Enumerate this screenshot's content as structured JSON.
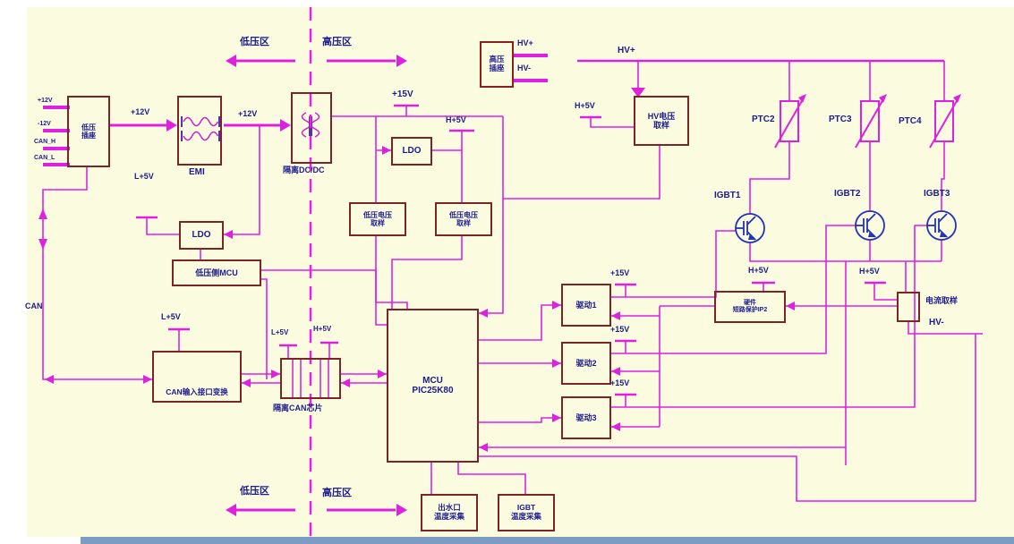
{
  "colors": {
    "background": "#fbfbdf",
    "wire_magenta": "#e020e0",
    "block_border_maroon": "#7a2626",
    "label_navy": "#1b1b8f",
    "semiconductor_blue": "#2233bb",
    "bottom_bar_blue": "#7d9cc4"
  },
  "zones": {
    "low_voltage": "低压区",
    "high_voltage": "高压区"
  },
  "connector_pins": [
    "+12V",
    "-12V",
    "CAN_H",
    "CAN_L"
  ],
  "blocks": {
    "lv_connector": {
      "line1": "低压",
      "line2": "插座"
    },
    "emi": {
      "label": "EMI"
    },
    "dcdc": {
      "label": "隔离DC/DC"
    },
    "ldo_left": {
      "label": "LDO"
    },
    "ldo_right": {
      "label": "LDO"
    },
    "lv_mcu": {
      "label": "低压侧MCU"
    },
    "lv_sample_1": {
      "line1": "低压电压",
      "line2": "取样"
    },
    "lv_sample_2": {
      "line1": "低压电压",
      "line2": "取样"
    },
    "can_interface": {
      "label": "CAN输入接口变换"
    },
    "can_isolator": {
      "label": "隔离CAN芯片"
    },
    "mcu": {
      "line1": "MCU",
      "line2": "PIC25K80"
    },
    "driver1": {
      "label": "驱动1"
    },
    "driver2": {
      "label": "驱动2"
    },
    "driver3": {
      "label": "驱动3"
    },
    "hw_protection": {
      "line1": "硬件",
      "line2": "短路保护IP2"
    },
    "hv_sample": {
      "line1": "HV电压",
      "line2": "取样"
    },
    "hv_connector": {
      "line1": "高压",
      "line2": "插座"
    },
    "current_sample": {
      "label": "电流取样"
    },
    "outlet_temp": {
      "line1": "出水口",
      "line2": "温度采集"
    },
    "igbt_temp": {
      "line1": "IGBT",
      "line2": "温度采集"
    }
  },
  "components": {
    "igbt1": "IGBT1",
    "igbt2": "IGBT2",
    "igbt3": "IGBT3",
    "ptc2": "PTC2",
    "ptc3": "PTC3",
    "ptc4": "PTC4"
  },
  "net_labels": {
    "can_bus": "CAN",
    "plus12_input": "+12V",
    "plus12_filtered": "+12V",
    "l5_main": "L+5V",
    "l5_can_interface": "L+5V",
    "l5_isolator": "L+5V",
    "h5_isolator": "H+5V",
    "plus15_main": "+15V",
    "h5_ldo": "H+5V",
    "h5_hv_sample": "H+5V",
    "h5_protection": "H+5V",
    "h5_current_sample": "H+5V",
    "plus15_driver1": "+15V",
    "plus15_driver2": "+15V",
    "plus15_driver3": "+15V",
    "hv_plus_connector": "HV+",
    "hv_minus_connector": "HV-",
    "hv_plus_bus": "HV+",
    "hv_minus_bus": "HV-"
  }
}
